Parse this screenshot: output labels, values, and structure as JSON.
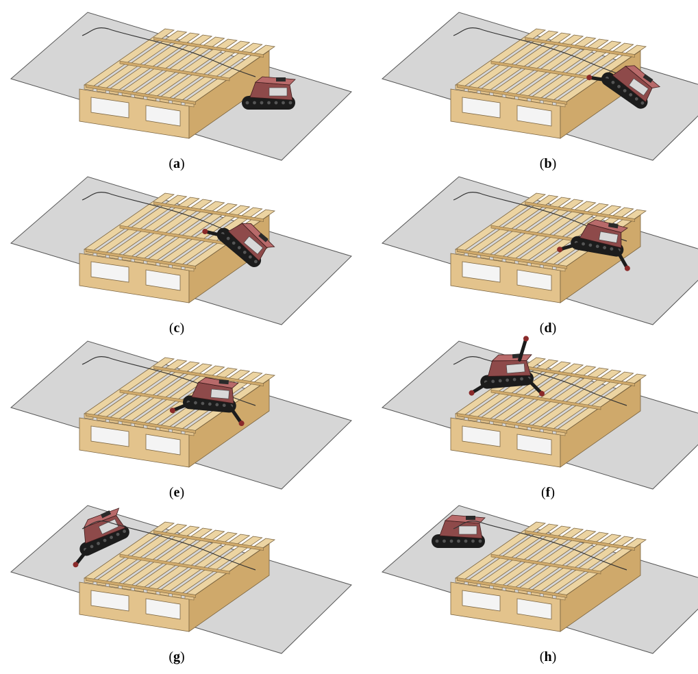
{
  "colors": {
    "floor": "#d6d6d6",
    "floor_edge": "#555555",
    "wood_top": "#ecd4a2",
    "wood_side": "#e3c38c",
    "wood_dark": "#cfa96b",
    "wood_line": "#7a6440",
    "robot_body": "#8e4a4a",
    "robot_light": "#b86a6a",
    "robot_plate": "#d8d8d8",
    "track": "#1c1c1c",
    "joint": "#8a2a2a",
    "cable": "#333333"
  },
  "panels": [
    {
      "letter": "a",
      "robot_pose": "ground-right",
      "layout": "left"
    },
    {
      "letter": "b",
      "robot_pose": "tilted-front",
      "layout": "right"
    },
    {
      "letter": "c",
      "robot_pose": "climbing-front",
      "layout": "left"
    },
    {
      "letter": "d",
      "robot_pose": "legs-down",
      "layout": "right"
    },
    {
      "letter": "e",
      "robot_pose": "on-top-legs",
      "layout": "left"
    },
    {
      "letter": "f",
      "robot_pose": "on-top-arm-up",
      "layout": "right"
    },
    {
      "letter": "g",
      "robot_pose": "descending-back",
      "layout": "left"
    },
    {
      "letter": "h",
      "robot_pose": "ground-left",
      "layout": "right"
    }
  ]
}
